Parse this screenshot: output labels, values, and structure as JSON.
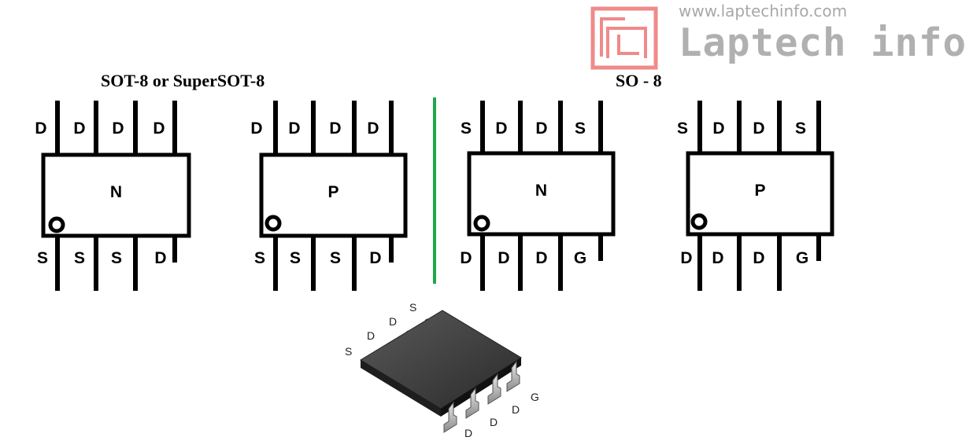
{
  "watermark": {
    "url": "www.laptechinfo.com",
    "brand": "Laptech info",
    "logo_color": "#f08a8a"
  },
  "sections": [
    {
      "heading": "SOT-8 or SuperSOT-8"
    },
    {
      "heading": "SO - 8"
    }
  ],
  "divider_color": "#1ea84a",
  "chips": [
    {
      "label": "N",
      "top_pins": [
        "D",
        "D",
        "D",
        "D"
      ],
      "bottom_pins": [
        "S",
        "S",
        "S",
        "D"
      ]
    },
    {
      "label": "P",
      "top_pins": [
        "D",
        "D",
        "D",
        "D"
      ],
      "bottom_pins": [
        "S",
        "S",
        "S",
        "D"
      ]
    },
    {
      "label": "N",
      "top_pins": [
        "S",
        "D",
        "D",
        "S"
      ],
      "bottom_pins": [
        "D",
        "D",
        "D",
        "G"
      ]
    },
    {
      "label": "P",
      "top_pins": [
        "S",
        "D",
        "D",
        "S"
      ],
      "bottom_pins": [
        "D",
        "D",
        "D",
        "G"
      ]
    }
  ],
  "package_photo": {
    "top_pins": [
      "S",
      "D",
      "D",
      "S"
    ],
    "bottom_pins": [
      "D",
      "D",
      "D",
      "G"
    ]
  }
}
